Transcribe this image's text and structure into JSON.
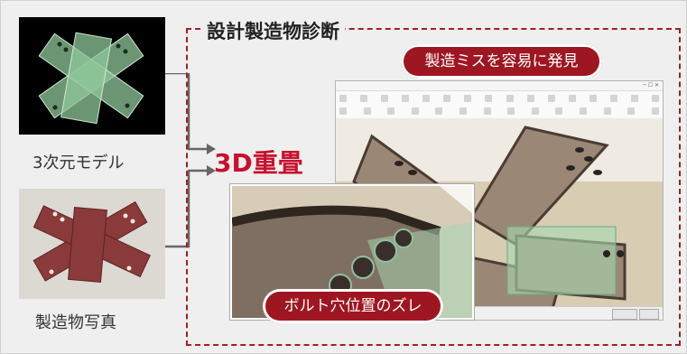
{
  "left": {
    "cad_label": "3次元モデル",
    "photo_label": "製造物写真"
  },
  "overlay_label": "3D重畳",
  "panel": {
    "title": "設計製造物診断",
    "callout_top": "製造ミスを容易に発見",
    "callout_bottom": "ボルト穴位置のズレ"
  },
  "colors": {
    "accent": "#9e1621",
    "overlay_text": "#c8102e",
    "dash_border": "#a11e2b",
    "model_green": "#8fc79a",
    "product_red": "#8a3a3a"
  },
  "icons": [
    "close-icon",
    "minimize-icon",
    "maximize-icon",
    "arrow-right-icon"
  ]
}
